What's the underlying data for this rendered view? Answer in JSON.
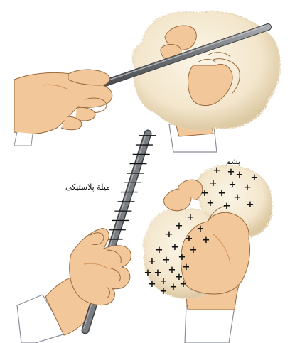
{
  "labels": {
    "wool": "پشم",
    "plastic_rod": "میلهٔ پلاستیکی"
  },
  "charges": {
    "symbol": "+",
    "sign": "positive",
    "wool_count": 13,
    "hand_count": 22
  },
  "colors": {
    "skin": "#f2c79a",
    "skin_shadow": "#d99a63",
    "skin_outline": "#9a6a3e",
    "wool": "#f6ecd8",
    "wool_shadow": "#dcc8a2",
    "rod": "#6d7074",
    "rod_highlight": "#a9acb0",
    "rod_dark": "#3f4245",
    "charge": "#111111",
    "sleeve": "#ffffff",
    "outline": "#8a8f99"
  }
}
